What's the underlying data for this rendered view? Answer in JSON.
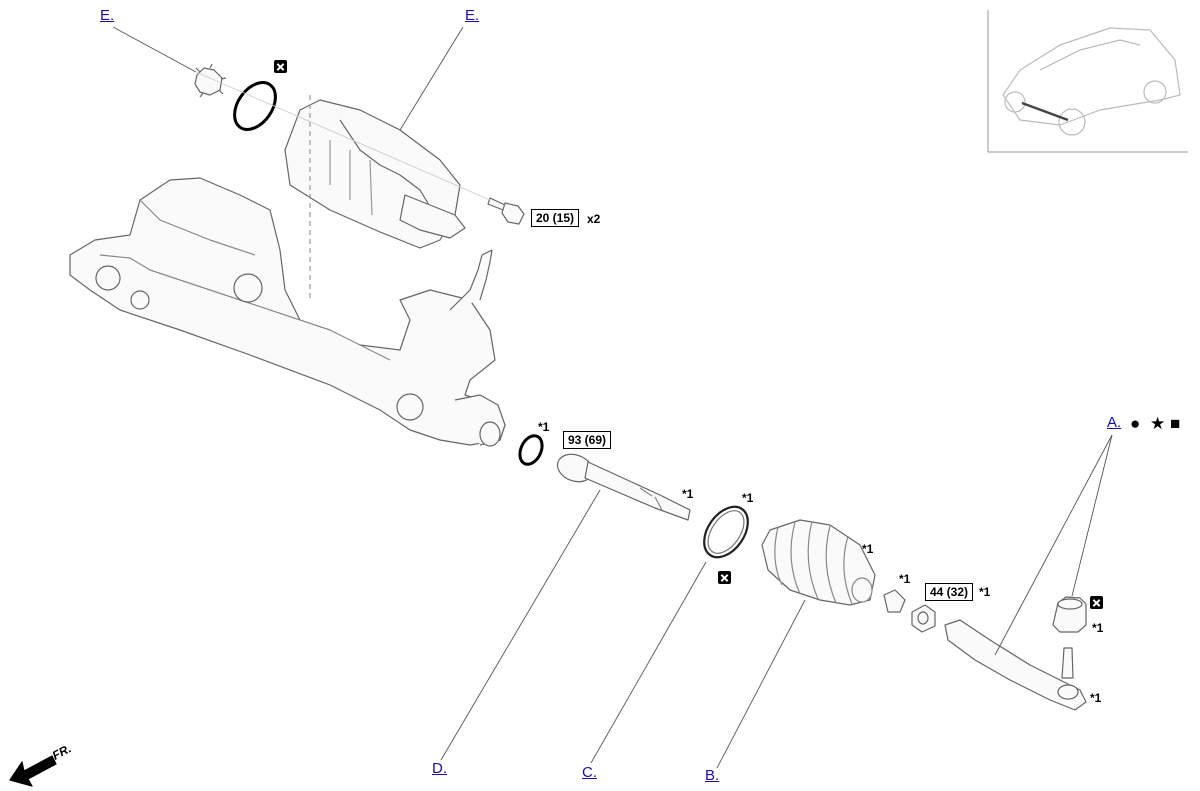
{
  "links": {
    "e1": "E.",
    "e2": "E.",
    "a": "A.",
    "b": "B.",
    "c": "C.",
    "d": "D."
  },
  "torque": {
    "motor_bolt": "20 (15)",
    "tie_rod": "93 (69)",
    "lock_nut": "44 (32)"
  },
  "notes": {
    "bolt_qty": "x2",
    "star1": "*1"
  },
  "symbols": {
    "circle": "●",
    "star": "★",
    "square": "■"
  },
  "direction": {
    "label": "FR."
  },
  "colors": {
    "link": "#1a0dab",
    "line": "#555555",
    "part_stroke": "#666666"
  },
  "icons": [
    "replace-part-icon",
    "front-arrow-icon"
  ]
}
